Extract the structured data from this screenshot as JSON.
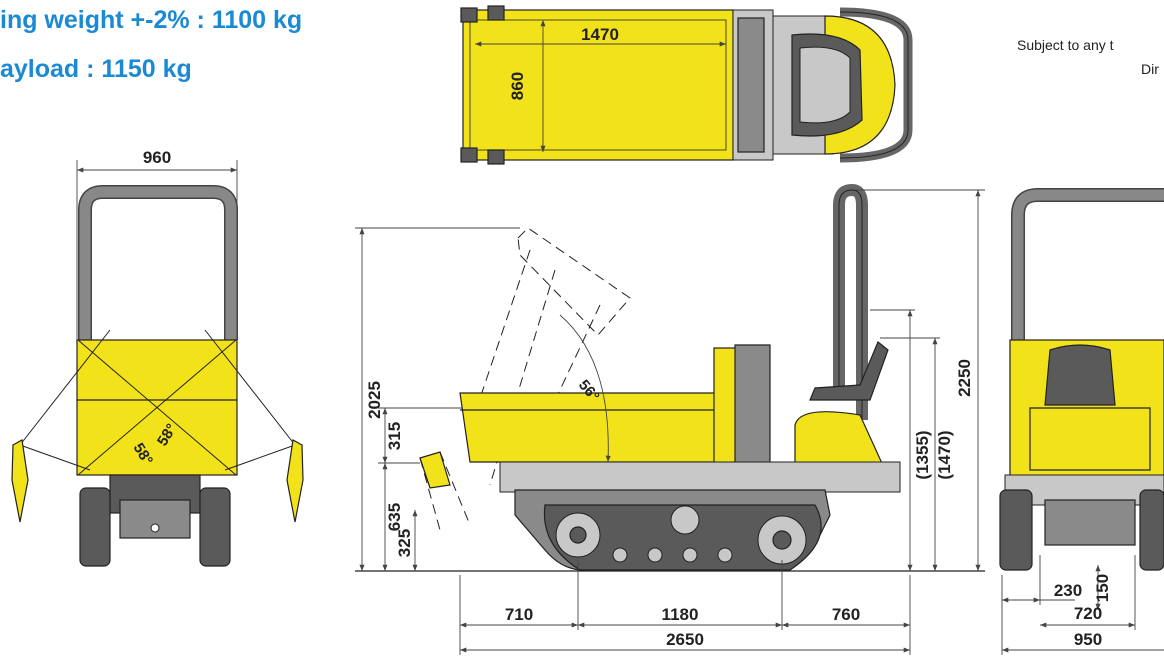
{
  "specs": {
    "operating_weight": "ing weight +-2% : 1100 kg",
    "payload": "ayload : 1150 kg"
  },
  "notes": {
    "line1": "Subject to any t",
    "line2": "Dir"
  },
  "dimensions": {
    "top_length": "1470",
    "top_width": "860",
    "front_width": "960",
    "front_angle_left": "58°",
    "front_angle_right": "58°",
    "side_tip_angle": "56°",
    "side_max_height": "2025",
    "side_dump_offset": "315",
    "side_low_height": "635",
    "side_low_clear": "325",
    "side_seat_height": "(1355)",
    "side_frame_height": "(1470)",
    "side_rops_height": "2250",
    "side_front_overhang": "710",
    "side_wheelbase": "1180",
    "side_rear_overhang": "760",
    "side_total_length": "2650",
    "rear_track": "230",
    "rear_clearance": "150",
    "rear_inner_width": "720",
    "rear_total_width": "950"
  }
}
